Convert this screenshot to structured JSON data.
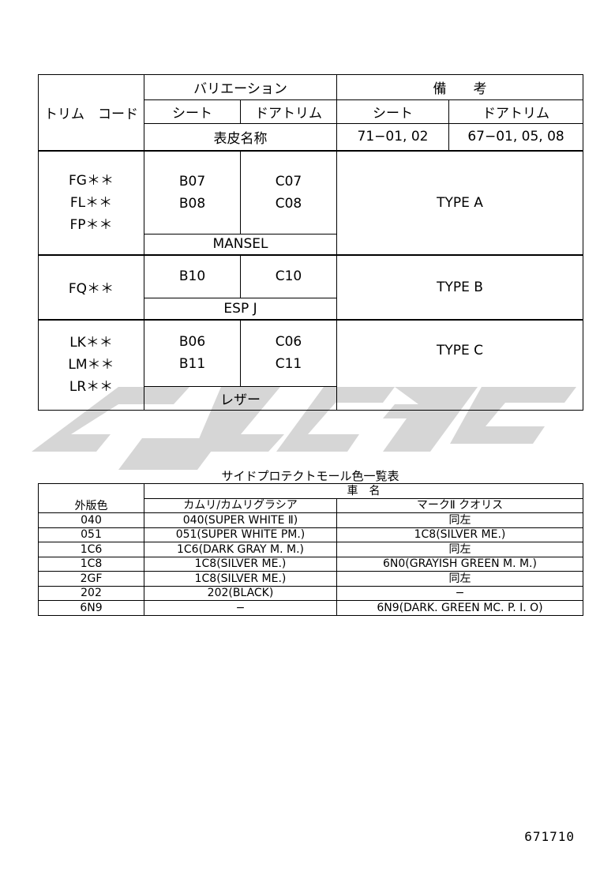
{
  "trim_table": {
    "header": {
      "trim_code": "トリム　コード",
      "variation": "バリエーション",
      "remarks": "備　　考",
      "seat": "シート",
      "door_trim": "ドアトリム",
      "leather_name": "表皮名称",
      "remarks_seat": "シート",
      "remarks_door": "ドアトリム",
      "remarks_seat_ref": "71−01, 02",
      "remarks_door_ref": "67−01, 05, 08"
    },
    "groups": [
      {
        "codes": [
          "FG＊＊",
          "FL＊＊",
          "FP＊＊"
        ],
        "seats": [
          "B07",
          "B08"
        ],
        "doors": [
          "C07",
          "C08"
        ],
        "name": "MANSEL",
        "type": "TYPE A"
      },
      {
        "codes": [
          "FQ＊＊"
        ],
        "seats": [
          "B10"
        ],
        "doors": [
          "C10"
        ],
        "name": "ESP J",
        "type": "TYPE B"
      },
      {
        "codes": [
          "LK＊＊",
          "LM＊＊",
          "LR＊＊"
        ],
        "seats": [
          "B06",
          "B11"
        ],
        "doors": [
          "C06",
          "C11"
        ],
        "name": "レザー",
        "type": "TYPE C"
      }
    ]
  },
  "molding_table": {
    "caption": "サイドプロテクトモール色一覧表",
    "header_exterior": "外版色",
    "header_vehicle": "車　名",
    "header_camry": "カムリ/カムリグラシア",
    "header_mark2": "マークⅡ クオリス",
    "rows": [
      {
        "color": "040",
        "camry": "040(SUPER WHITE Ⅱ)",
        "mark2": "同左"
      },
      {
        "color": "051",
        "camry": "051(SUPER WHITE PM.)",
        "mark2": "1C8(SILVER ME.)"
      },
      {
        "color": "1C6",
        "camry": "1C6(DARK GRAY M. M.)",
        "mark2": "同左"
      },
      {
        "color": "1C8",
        "camry": "1C8(SILVER ME.)",
        "mark2": "6N0(GRAYISH GREEN M. M.)"
      },
      {
        "color": "2GF",
        "camry": "1C8(SILVER ME.)",
        "mark2": "同左"
      },
      {
        "color": "202",
        "camry": "202(BLACK)",
        "mark2": "−"
      },
      {
        "color": "6N9",
        "camry": "−",
        "mark2": "6N9(DARK.  GREEN MC. P. I. O)"
      }
    ]
  },
  "page_code": "671710",
  "watermark": {
    "color": "#b5b5b5"
  }
}
